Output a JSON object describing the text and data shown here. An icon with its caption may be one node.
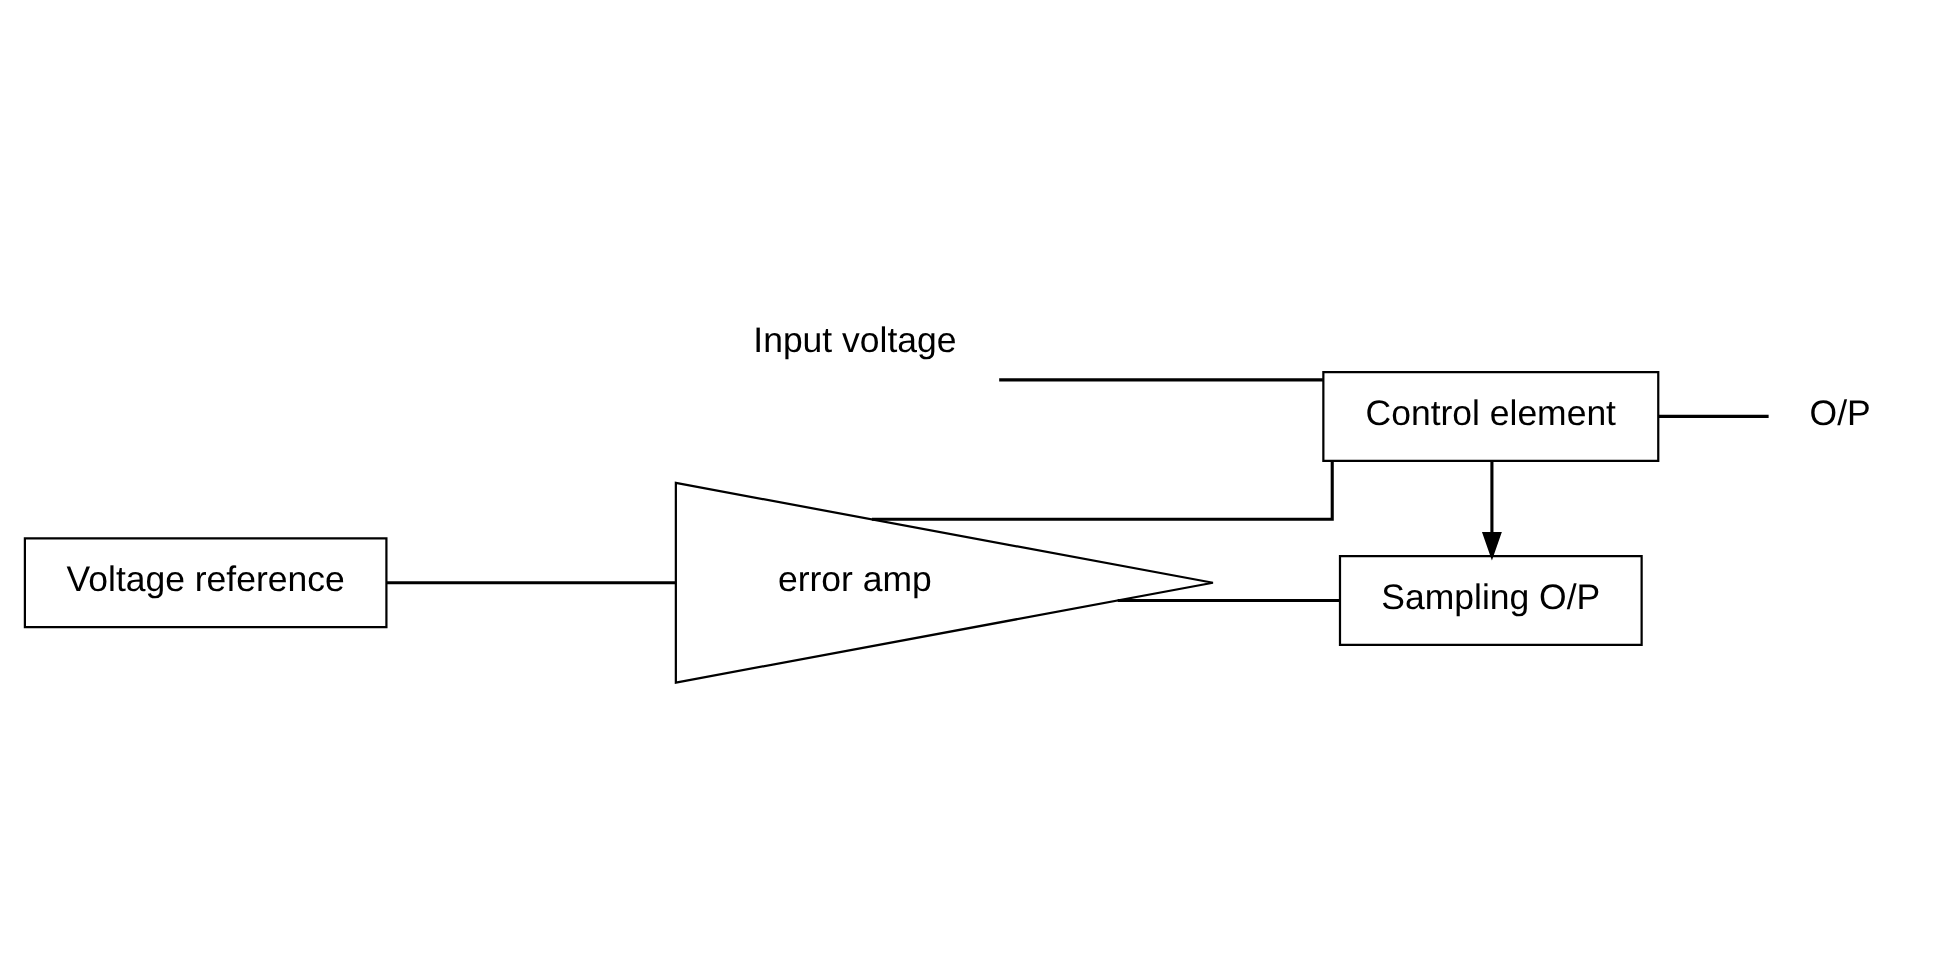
{
  "diagram": {
    "nodes": [
      {
        "text": [
          "Input voltage"
        ]
      },
      {
        "text": [
          "Voltage reference"
        ]
      },
      {
        "text": [
          "error amp"
        ]
      },
      {
        "text": [
          "Control element"
        ]
      },
      {
        "text": [
          "Sampling O/P"
        ]
      },
      {
        "text": [
          "O/P"
        ]
      }
    ],
    "edges": [
      {
        "from": 0,
        "to": 3,
        "arrow": "none"
      },
      {
        "from": 1,
        "to": 2,
        "arrow": "none"
      },
      {
        "from": 2,
        "to": 3,
        "arrow": "none"
      },
      {
        "from": 3,
        "to": 5,
        "arrow": "none"
      },
      {
        "from": 3,
        "to": 4,
        "arrow": "to"
      },
      {
        "from": 4,
        "to": 2,
        "arrow": "none"
      }
    ]
  }
}
